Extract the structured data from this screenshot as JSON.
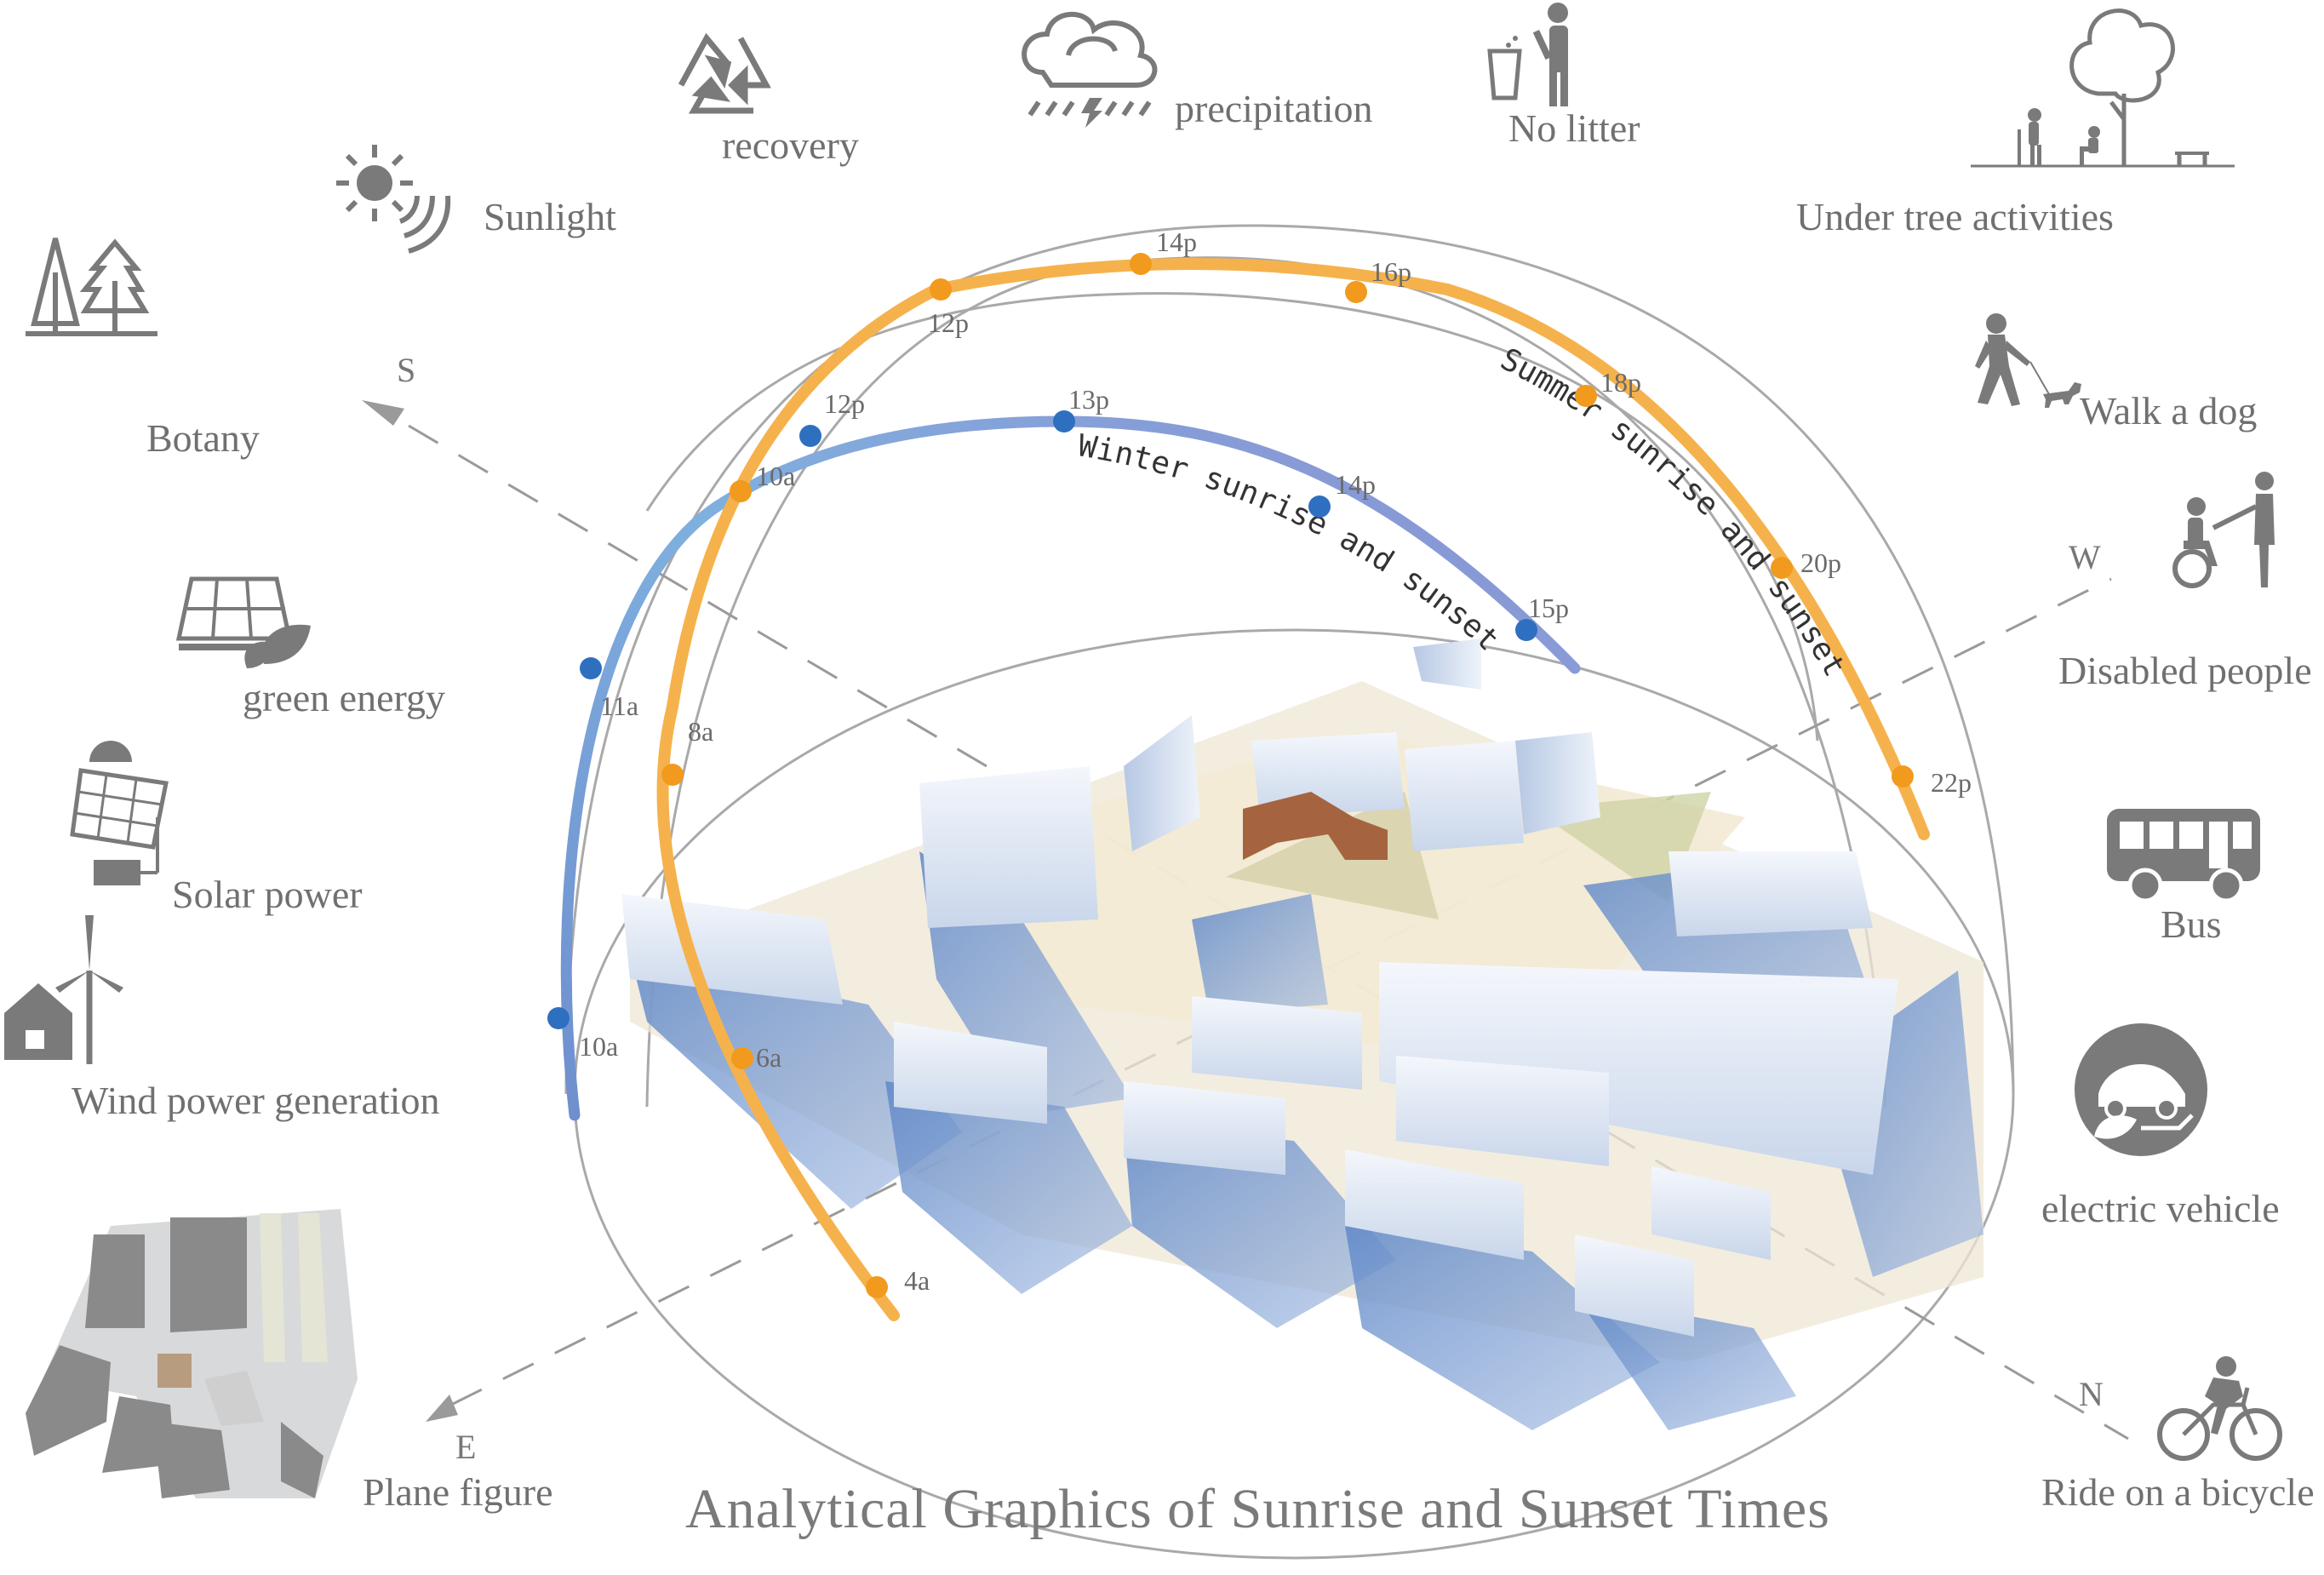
{
  "title": "Analytical Graphics of Sunrise and Sunset Times",
  "icons": {
    "recovery": "recovery",
    "precipitation": "precipitation",
    "no_litter": "No litter",
    "under_tree": "Under tree activities",
    "sunlight": "Sunlight",
    "botany": "Botany",
    "walk_dog": "Walk a dog",
    "disabled": "Disabled people",
    "green_energy": "green energy",
    "solar": "Solar power",
    "bus": "Bus",
    "wind": "Wind power generation",
    "electric": "electric vehicle",
    "plane": "Plane figure",
    "bicycle": "Ride on a bicycle"
  },
  "directions": {
    "s": "S",
    "w": "W",
    "n": "N",
    "e": "E"
  },
  "arcs": {
    "summer_label": "Summer sunrise and sunset",
    "winter_label": "Winter sunrise and sunset",
    "summer_color": "#f5b24c",
    "summer_dot": "#f29a1e",
    "winter_color": "#7f9fd6",
    "winter_dot": "#2f6fc0"
  },
  "summer_times": [
    "4a",
    "6a",
    "8a",
    "10a",
    "12p",
    "14p",
    "16p",
    "18p",
    "20p",
    "22p"
  ],
  "winter_times": [
    "10a",
    "11a",
    "12p",
    "13p",
    "14p",
    "15p"
  ]
}
